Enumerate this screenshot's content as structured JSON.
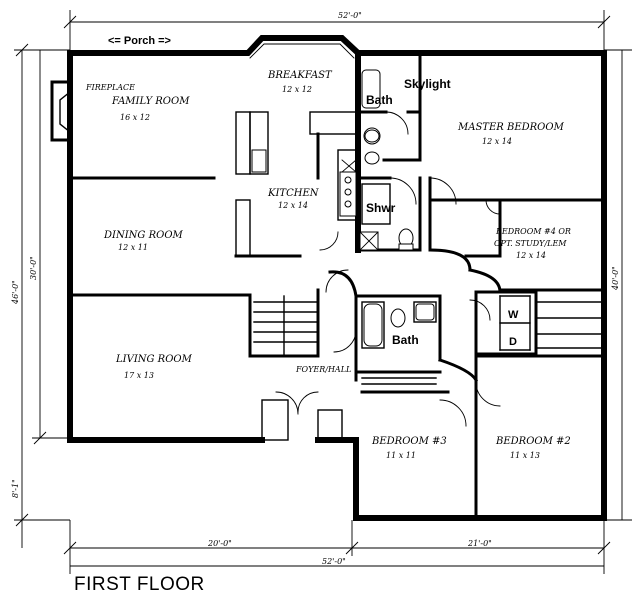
{
  "title": "FIRST FLOOR",
  "labels": {
    "porch": "<= Porch =>",
    "skylight": "Skylight",
    "bath_top": "Bath",
    "shower": "Shwr",
    "bath_center": "Bath",
    "washer": "W",
    "dryer": "D",
    "fireplace": "FIREPLACE"
  },
  "rooms": {
    "family": {
      "name": "FAMILY ROOM",
      "size": "16 x 12"
    },
    "breakfast": {
      "name": "BREAKFAST",
      "size": "12 x 12"
    },
    "master": {
      "name": "MASTER BEDROOM",
      "size": "12 x 14"
    },
    "kitchen": {
      "name": "KITCHEN",
      "size": "12 x 14"
    },
    "dining": {
      "name": "DINING ROOM",
      "size": "12 x 11"
    },
    "bedroom4": {
      "name": "BEDROOM #4 OR",
      "name2": "OPT. STUDY/LEM",
      "size": "12 x 14"
    },
    "living": {
      "name": "LIVING ROOM",
      "size": "17 x 13"
    },
    "foyer": {
      "name": "FOYER/HALL"
    },
    "bedroom3": {
      "name": "BEDROOM #3",
      "size": "11 x 11"
    },
    "bedroom2": {
      "name": "BEDROOM #2",
      "size": "11 x 13"
    }
  },
  "dimensions": {
    "top_total": "52'-0\"",
    "bottom_left": "20'-0\"",
    "bottom_right": "21'-0\"",
    "bottom_total": "52'-0\"",
    "left_upper": "30'-0\"",
    "left_total": "46'-0\"",
    "left_lower": "8'-1\"",
    "right_side": "40'-0\""
  }
}
